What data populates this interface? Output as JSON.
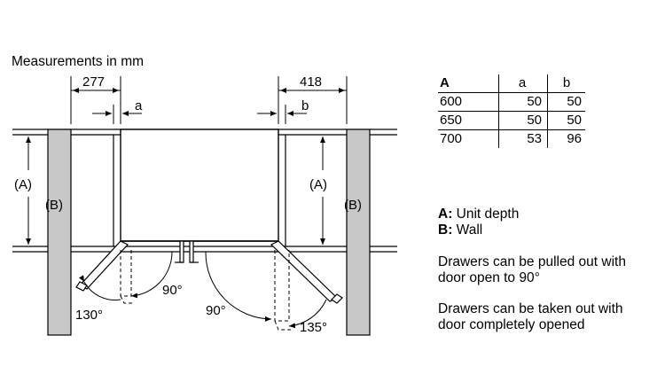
{
  "caption": "Measurements in mm",
  "dimensions": {
    "left_width": "277",
    "right_width": "418",
    "left_gap": "a",
    "right_gap": "b",
    "unit_depth_left": "(A)",
    "unit_depth_right": "(A)",
    "wall_left": "(B)",
    "wall_right": "(B)",
    "angle_left_outer": "130°",
    "angle_left_inner": "90°",
    "angle_right_inner": "90°",
    "angle_right_outer": "135°"
  },
  "table": {
    "headers": [
      "A",
      "a",
      "b"
    ],
    "rows": [
      [
        "600",
        "50",
        "50"
      ],
      [
        "650",
        "50",
        "50"
      ],
      [
        "700",
        "53",
        "96"
      ]
    ]
  },
  "legend": {
    "a_key": "A:",
    "a_text": " Unit depth",
    "b_key": "B:",
    "b_text": " Wall"
  },
  "notes": {
    "note1_line1": "Drawers can be pulled out with",
    "note1_line2": "door open to 90°",
    "note2_line1": "Drawers can be taken out with",
    "note2_line2": "door completely opened"
  },
  "colors": {
    "wall": "#c8c8c8",
    "line": "#000000"
  }
}
